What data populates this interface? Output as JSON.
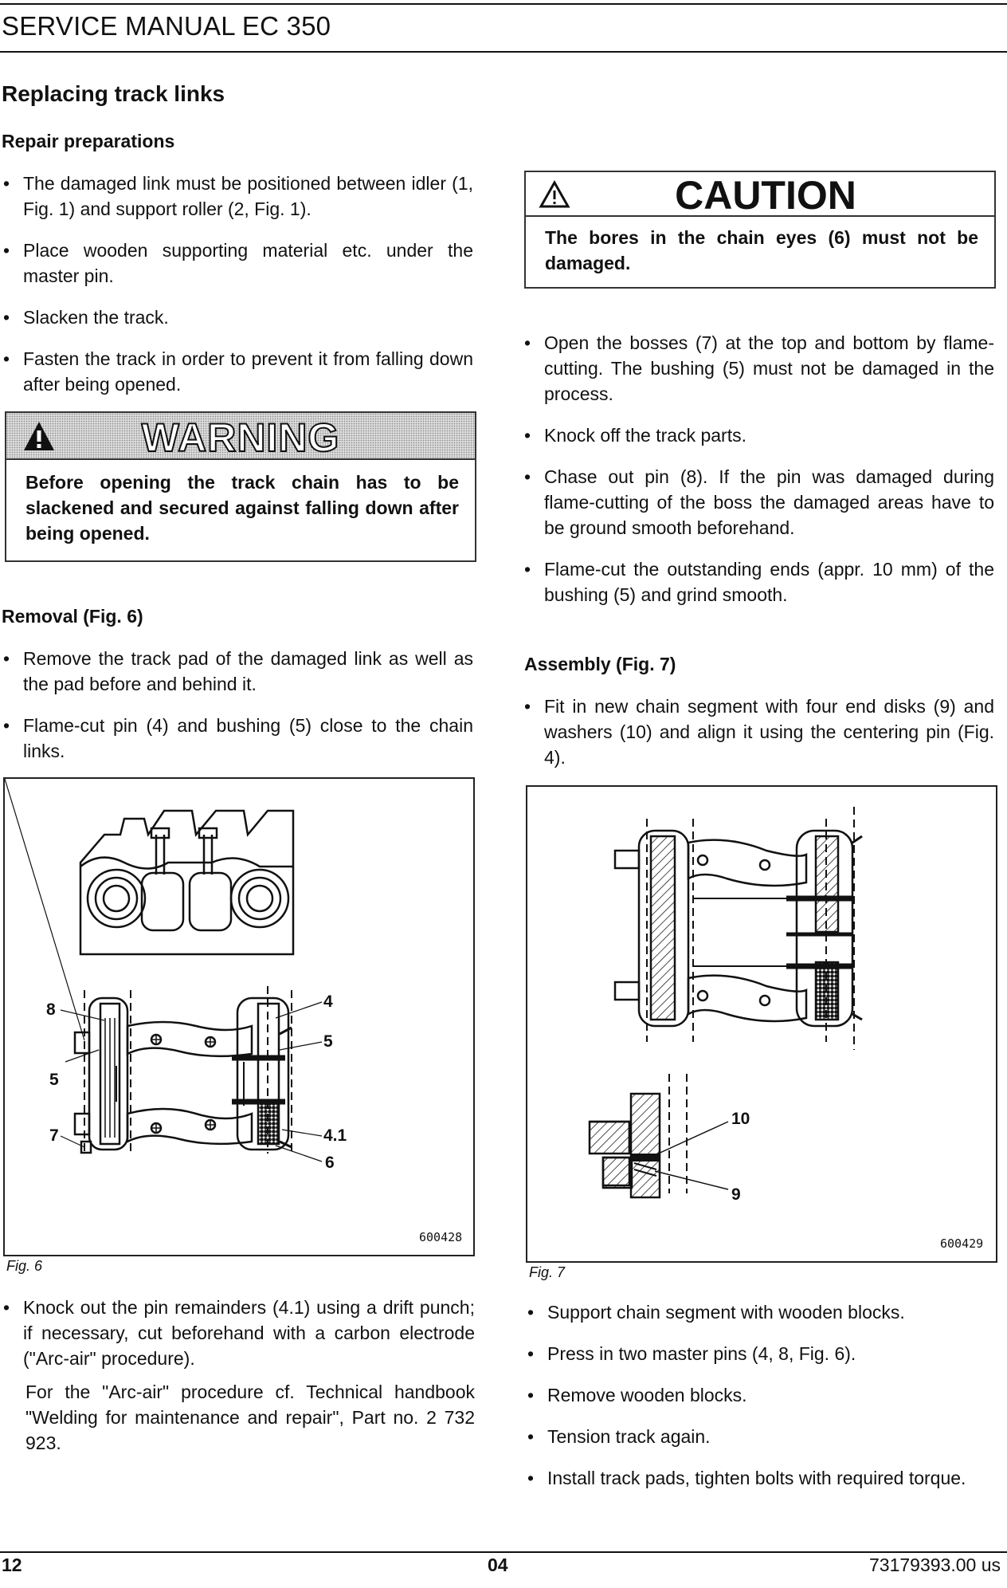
{
  "header": {
    "title": "SERVICE MANUAL EC 350"
  },
  "section_title": "Replacing track links",
  "repair_preparations": {
    "heading": "Repair preparations",
    "items": [
      "The damaged link must be positioned between idler (1, Fig. 1) and support roller (2, Fig. 1).",
      "Place wooden supporting material etc. under the master pin.",
      "Slacken the track.",
      "Fasten the track in order to prevent it from falling down after being opened."
    ]
  },
  "warning": {
    "title": "WARNING",
    "text": "Before opening the track chain has to be slackened and secured against falling down after being opened."
  },
  "removal": {
    "heading": "Removal (Fig. 6)",
    "items": [
      "Remove the track pad of the damaged link as well as the pad before and behind it.",
      "Flame-cut pin (4) and bushing (5) close to the chain links."
    ]
  },
  "fig6": {
    "caption": "Fig. 6",
    "number": "600428",
    "callouts": [
      "8",
      "4",
      "5",
      "5",
      "7",
      "4.1",
      "6"
    ]
  },
  "after_fig6": {
    "item": "Knock out the pin remainders (4.1) using a drift punch; if necessary, cut beforehand with a carbon electrode (\"Arc-air\" procedure).",
    "note": "For the \"Arc-air\" procedure cf. Technical handbook \"Welding for maintenance and repair\", Part no. 2 732 923."
  },
  "caution": {
    "title": "CAUTION",
    "text": "The bores in the chain eyes (6) must not be damaged."
  },
  "right_items": [
    "Open the bosses (7) at the top and bottom by flame-cutting. The bushing (5) must not be damaged in the process.",
    "Knock off the track parts.",
    "Chase out pin (8). If the pin was damaged during flame-cutting of the boss the damaged areas have to be ground smooth beforehand.",
    "Flame-cut the outstanding ends (appr. 10 mm) of the bushing (5) and grind smooth."
  ],
  "assembly": {
    "heading": "Assembly (Fig. 7)",
    "items": [
      "Fit in new chain segment with four end disks (9) and washers (10) and align it using the centering pin (Fig. 4)."
    ]
  },
  "fig7": {
    "caption": "Fig. 7",
    "number": "600429",
    "callouts": [
      "10",
      "9"
    ]
  },
  "final_items": [
    "Support chain segment with wooden blocks.",
    "Press in two master pins (4, 8, Fig. 6).",
    "Remove wooden blocks.",
    "Tension track again.",
    "Install track pads, tighten bolts with required torque."
  ],
  "footer": {
    "page": "12",
    "section": "04",
    "doc": "73179393.00 us"
  }
}
